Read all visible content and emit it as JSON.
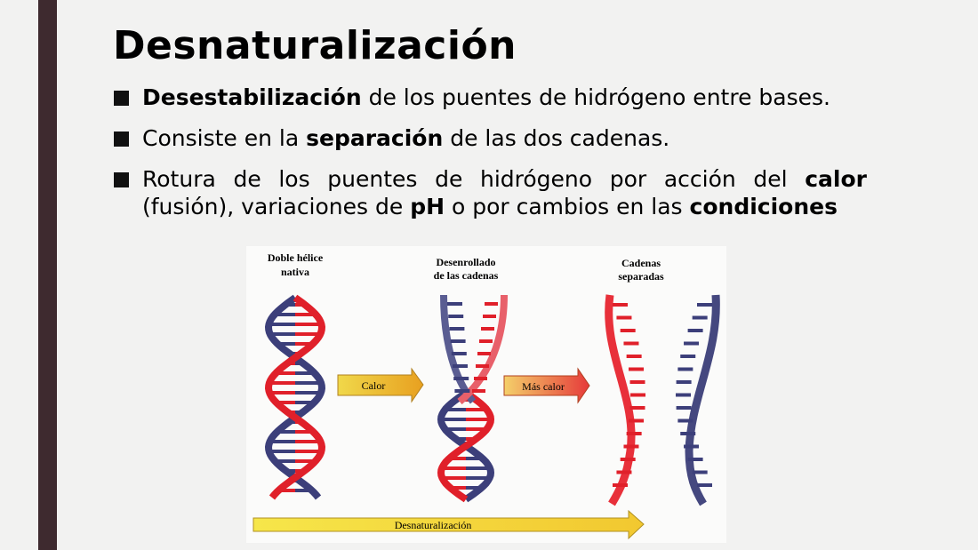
{
  "title": "Desnaturalización",
  "bullets": [
    {
      "bold": "Desestabilización",
      "rest": " de los puentes de hidrógeno entre bases."
    },
    {
      "pre": "Consiste en la ",
      "bold": "separación",
      "rest": " de las dos cadenas."
    },
    {
      "pre": "Rotura de los puentes de hidrógeno por acción del ",
      "bold": "calor",
      "mid": " (fusión), variaciones de ",
      "bold2": "pH",
      "rest": " o por cambios en las ",
      "bold3": "condiciones"
    }
  ],
  "figure": {
    "label_native": [
      "Doble hélice",
      "nativa"
    ],
    "label_unwind": [
      "Desenrollado",
      "de las cadenas"
    ],
    "label_separated": [
      "Cadenas",
      "separadas"
    ],
    "arrow_heat": "Calor",
    "arrow_more_heat": "Más calor",
    "arrow_denaturation": "Desnaturalización",
    "colors": {
      "red": "#e0202a",
      "blue": "#3c3f7a",
      "yellow": "#f3d43a"
    }
  }
}
